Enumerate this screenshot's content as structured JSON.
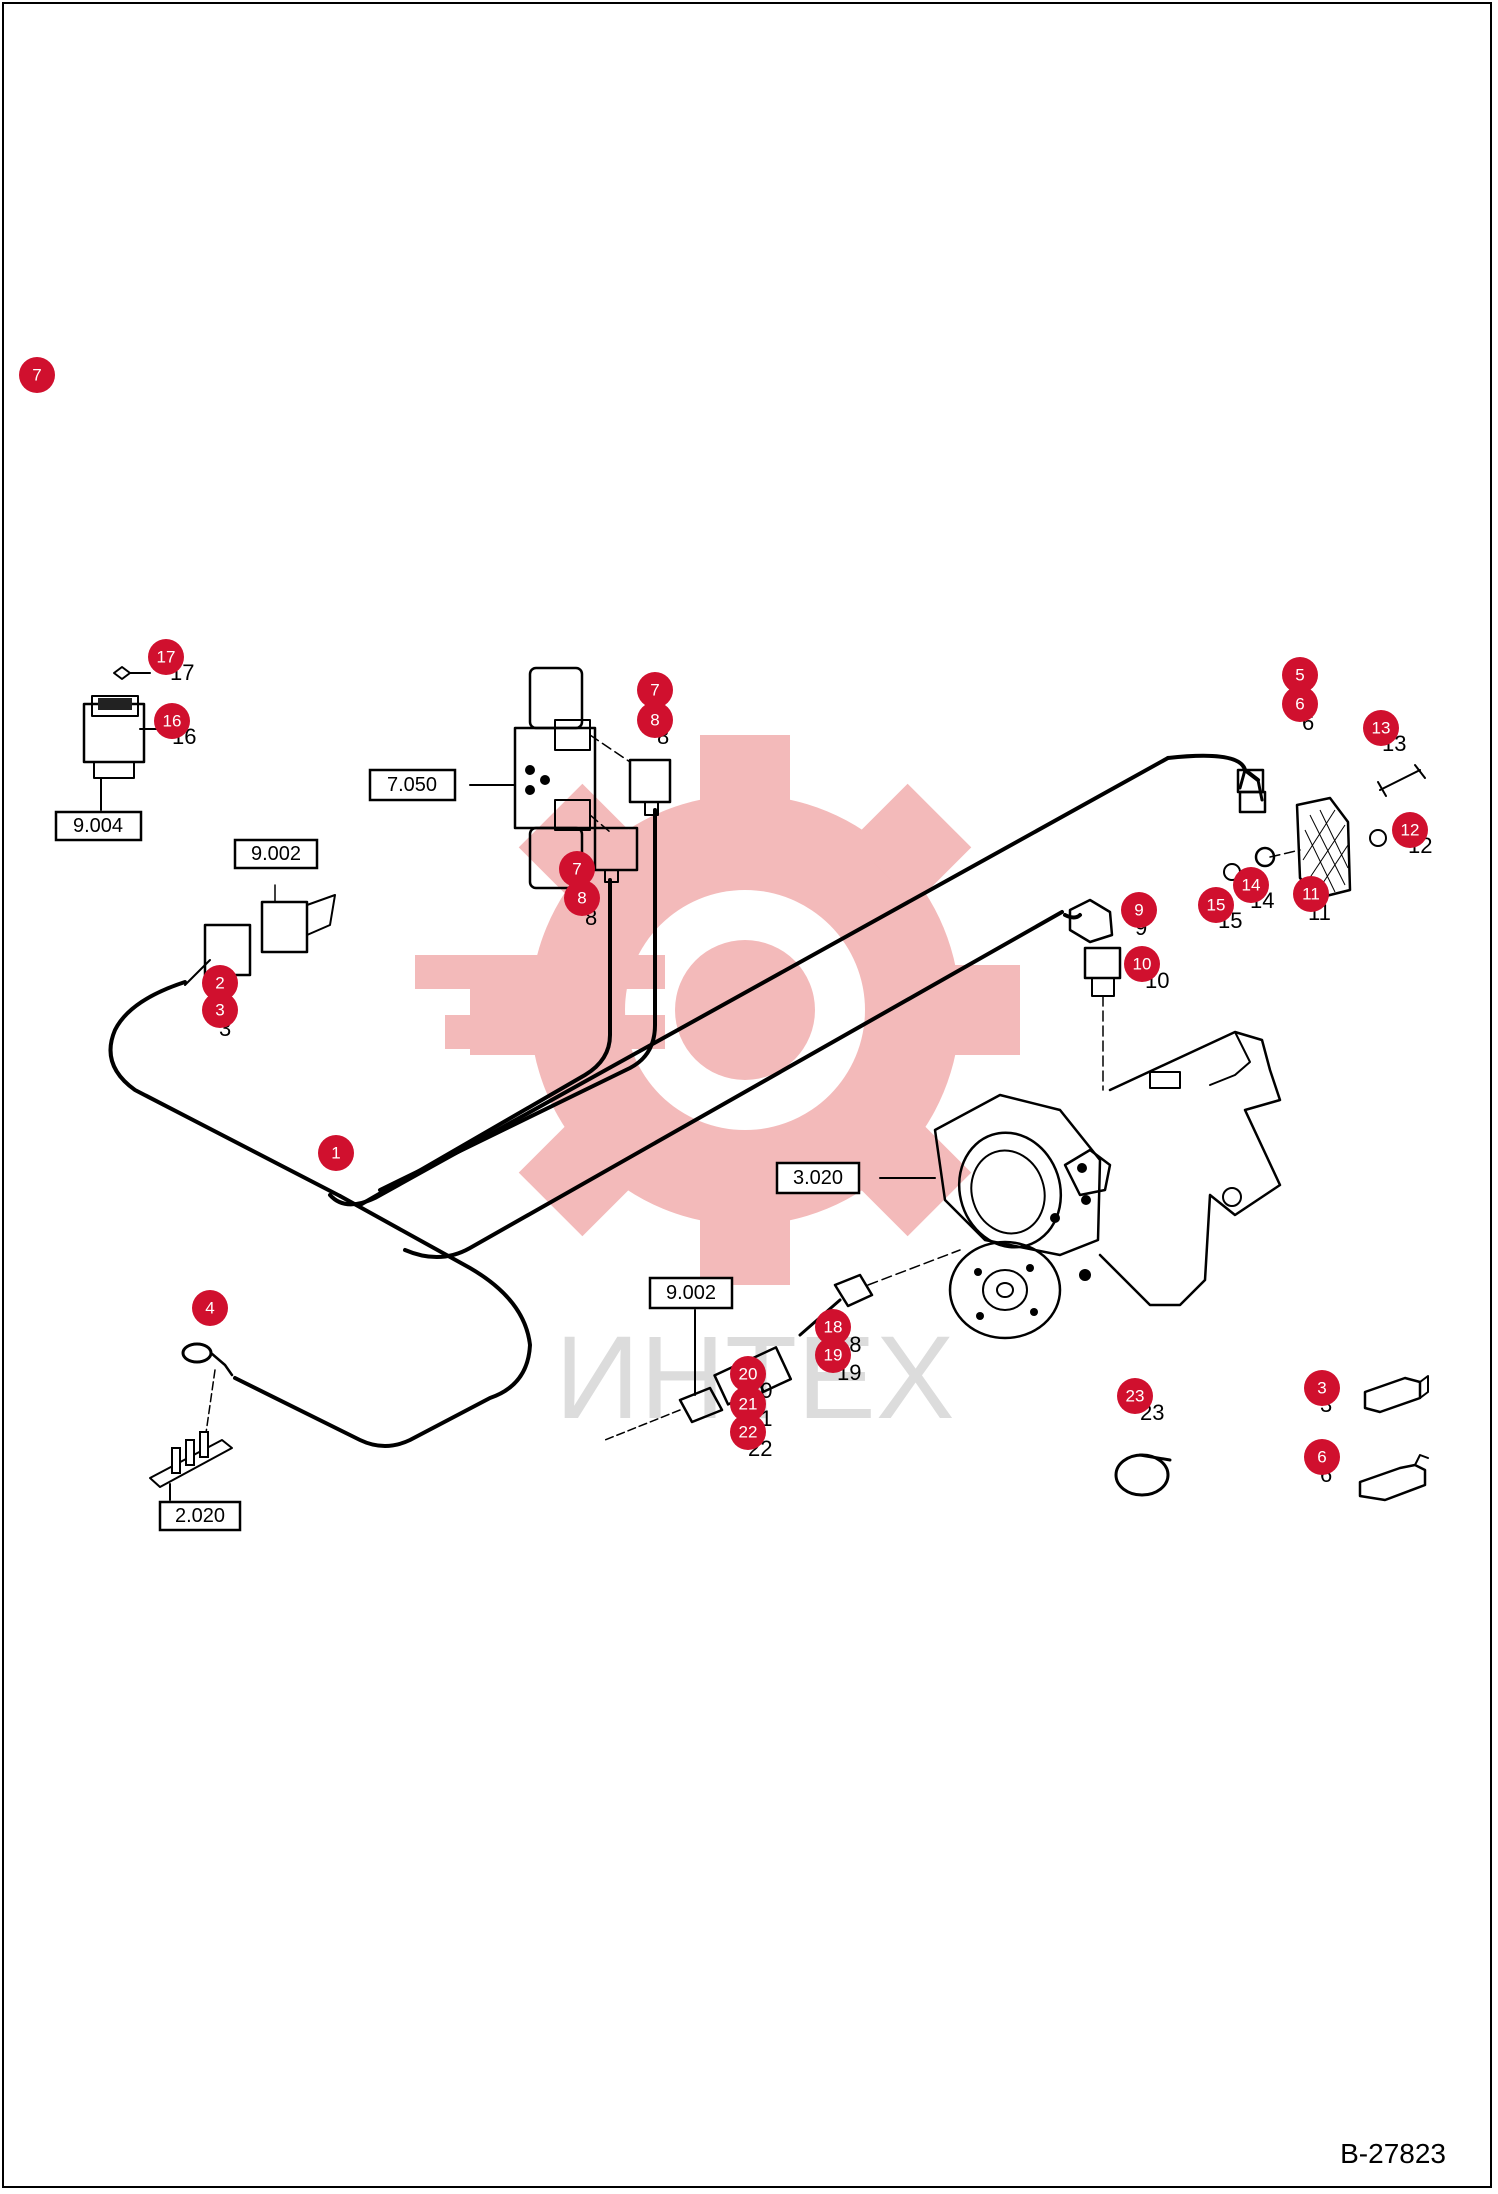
{
  "drawing_id": "B-27823",
  "watermark": {
    "text": "ИНТЕХ",
    "color": "#f2b3b3"
  },
  "colors": {
    "badge": "#d0102e",
    "badge_text": "#ffffff",
    "line": "#000000"
  },
  "ref_boxes": [
    {
      "id": "ref-9004",
      "label": "9.004"
    },
    {
      "id": "ref-9002-top",
      "label": "9.002"
    },
    {
      "id": "ref-7050",
      "label": "7.050"
    },
    {
      "id": "ref-3020",
      "label": "3.020"
    },
    {
      "id": "ref-9002-bottom",
      "label": "9.002"
    },
    {
      "id": "ref-2020",
      "label": "2.020"
    }
  ],
  "badges": [
    {
      "id": "b-7-corner",
      "label": "7"
    },
    {
      "id": "b-17",
      "label": "17"
    },
    {
      "id": "b-16",
      "label": "16"
    },
    {
      "id": "b-7-valve-top",
      "label": "7"
    },
    {
      "id": "b-8-valve-top",
      "label": "8"
    },
    {
      "id": "b-7-valve-bottom",
      "label": "7"
    },
    {
      "id": "b-8-valve-bottom",
      "label": "8"
    },
    {
      "id": "b-2",
      "label": "2"
    },
    {
      "id": "b-3",
      "label": "3"
    },
    {
      "id": "b-5",
      "label": "5"
    },
    {
      "id": "b-6",
      "label": "6"
    },
    {
      "id": "b-13",
      "label": "13"
    },
    {
      "id": "b-12",
      "label": "12"
    },
    {
      "id": "b-14",
      "label": "14"
    },
    {
      "id": "b-15",
      "label": "15"
    },
    {
      "id": "b-11",
      "label": "11"
    },
    {
      "id": "b-9",
      "label": "9"
    },
    {
      "id": "b-10",
      "label": "10"
    },
    {
      "id": "b-1",
      "label": "1"
    },
    {
      "id": "b-4",
      "label": "4"
    },
    {
      "id": "b-18",
      "label": "18"
    },
    {
      "id": "b-19",
      "label": "19"
    },
    {
      "id": "b-20",
      "label": "20"
    },
    {
      "id": "b-21",
      "label": "21"
    },
    {
      "id": "b-22",
      "label": "22"
    },
    {
      "id": "b-23",
      "label": "23"
    },
    {
      "id": "b-3-terminal",
      "label": "3"
    },
    {
      "id": "b-6-terminal",
      "label": "6"
    }
  ],
  "callouts": [
    {
      "id": "c-17",
      "label": "17"
    },
    {
      "id": "c-16",
      "label": "16"
    },
    {
      "id": "c-8-top",
      "label": "8"
    },
    {
      "id": "c-8-bottom",
      "label": "8"
    },
    {
      "id": "c-3",
      "label": "3"
    },
    {
      "id": "c-6",
      "label": "6"
    },
    {
      "id": "c-13",
      "label": "13"
    },
    {
      "id": "c-12",
      "label": "12"
    },
    {
      "id": "c-14",
      "label": "14"
    },
    {
      "id": "c-15",
      "label": "15"
    },
    {
      "id": "c-11",
      "label": "11"
    },
    {
      "id": "c-9",
      "label": "9"
    },
    {
      "id": "c-10",
      "label": "10"
    },
    {
      "id": "c-18",
      "label": "18"
    },
    {
      "id": "c-19",
      "label": "19"
    },
    {
      "id": "c-20",
      "label": "20"
    },
    {
      "id": "c-21",
      "label": "21"
    },
    {
      "id": "c-22",
      "label": "22"
    },
    {
      "id": "c-23",
      "label": "23"
    },
    {
      "id": "c-3-terminal",
      "label": "3"
    },
    {
      "id": "c-6-terminal",
      "label": "6"
    }
  ]
}
